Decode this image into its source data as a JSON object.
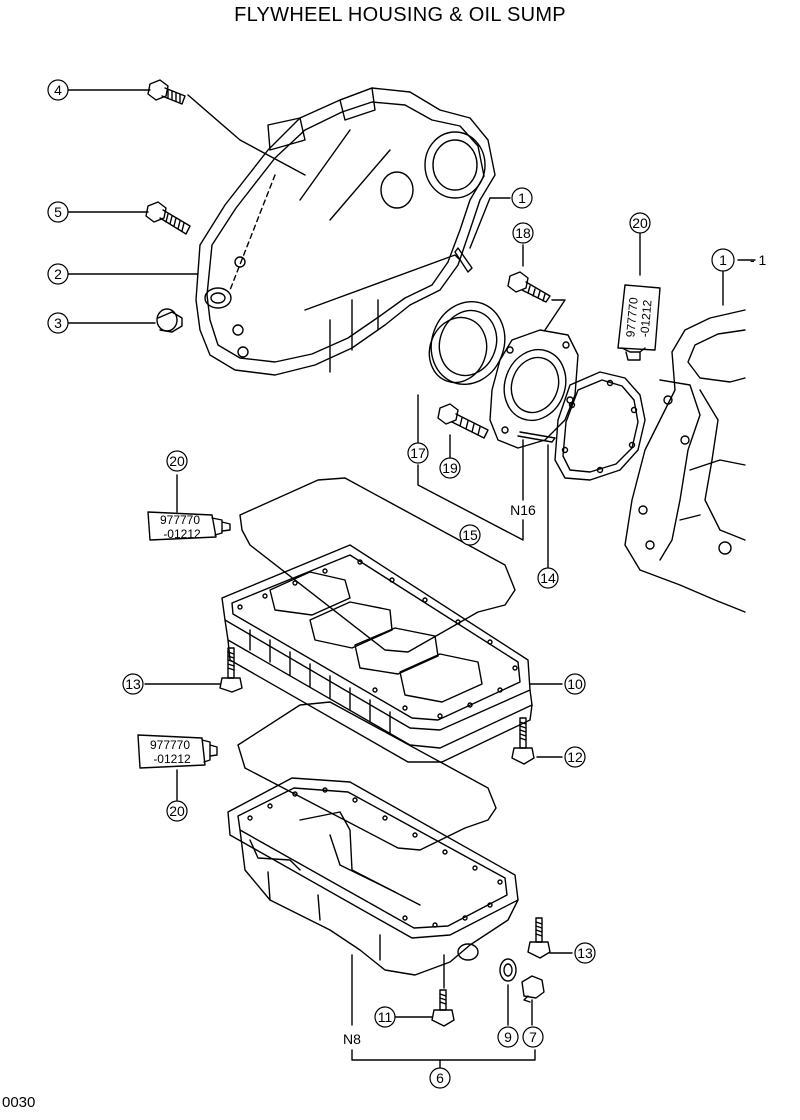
{
  "title": "FLYWHEEL HOUSING & OIL SUMP",
  "page_code": "0030",
  "callouts": [
    {
      "id": "c4",
      "text": "4"
    },
    {
      "id": "c5",
      "text": "5"
    },
    {
      "id": "c2",
      "text": "2"
    },
    {
      "id": "c3",
      "text": "3"
    },
    {
      "id": "c1",
      "text": "1"
    },
    {
      "id": "c18",
      "text": "18"
    },
    {
      "id": "c20a",
      "text": "20"
    },
    {
      "id": "c1-1",
      "text": "1"
    },
    {
      "id": "c17",
      "text": "17"
    },
    {
      "id": "c19",
      "text": "19"
    },
    {
      "id": "c15",
      "text": "15"
    },
    {
      "id": "c14",
      "text": "14"
    },
    {
      "id": "c20b",
      "text": "20"
    },
    {
      "id": "c13a",
      "text": "13"
    },
    {
      "id": "c10",
      "text": "10"
    },
    {
      "id": "c12",
      "text": "12"
    },
    {
      "id": "c20c",
      "text": "20"
    },
    {
      "id": "c13b",
      "text": "13"
    },
    {
      "id": "c11",
      "text": "11"
    },
    {
      "id": "c9",
      "text": "9"
    },
    {
      "id": "c7",
      "text": "7"
    },
    {
      "id": "c6",
      "text": "6"
    }
  ],
  "plain_labels": {
    "n16": "N16",
    "n8": "N8",
    "dash_1": "- 1"
  },
  "sealant_tubes": [
    {
      "id": "tube-a",
      "line1": "977770",
      "line2": "-01212"
    },
    {
      "id": "tube-b",
      "line1": "977770",
      "line2": "-01212"
    },
    {
      "id": "tube-c",
      "line1": "977770",
      "line2": "-01212"
    }
  ]
}
